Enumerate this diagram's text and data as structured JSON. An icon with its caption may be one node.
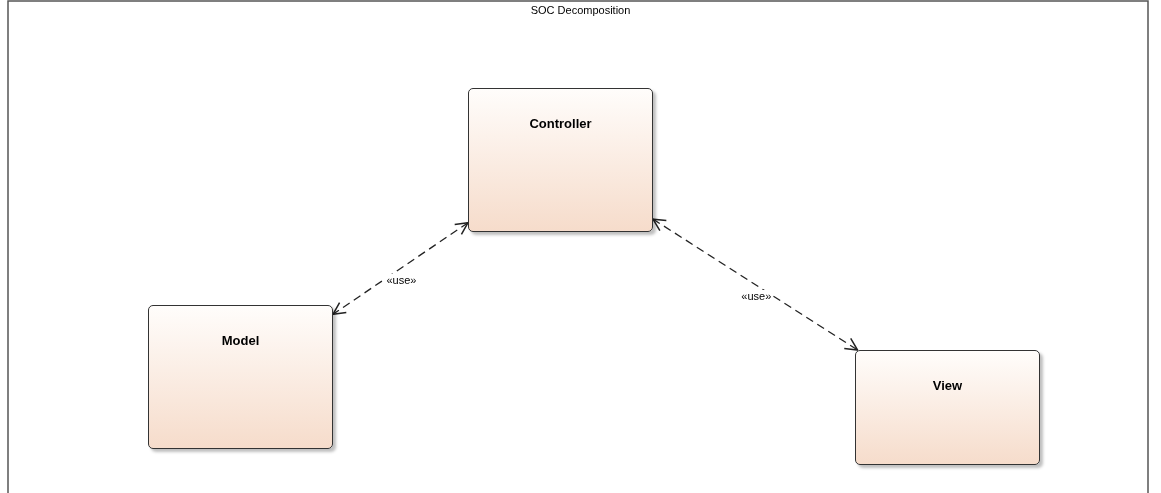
{
  "diagram": {
    "title": "SOC Decomposition",
    "nodes": [
      {
        "text": [
          "Controller"
        ]
      },
      {
        "text": [
          "Model"
        ]
      },
      {
        "text": [
          "View"
        ]
      }
    ],
    "edges": [
      {
        "from": 0,
        "to": 1,
        "arrow": "both",
        "style": "dashed",
        "label": "«use»"
      },
      {
        "from": 0,
        "to": 2,
        "arrow": "both",
        "style": "dashed",
        "label": "«use»"
      }
    ]
  }
}
